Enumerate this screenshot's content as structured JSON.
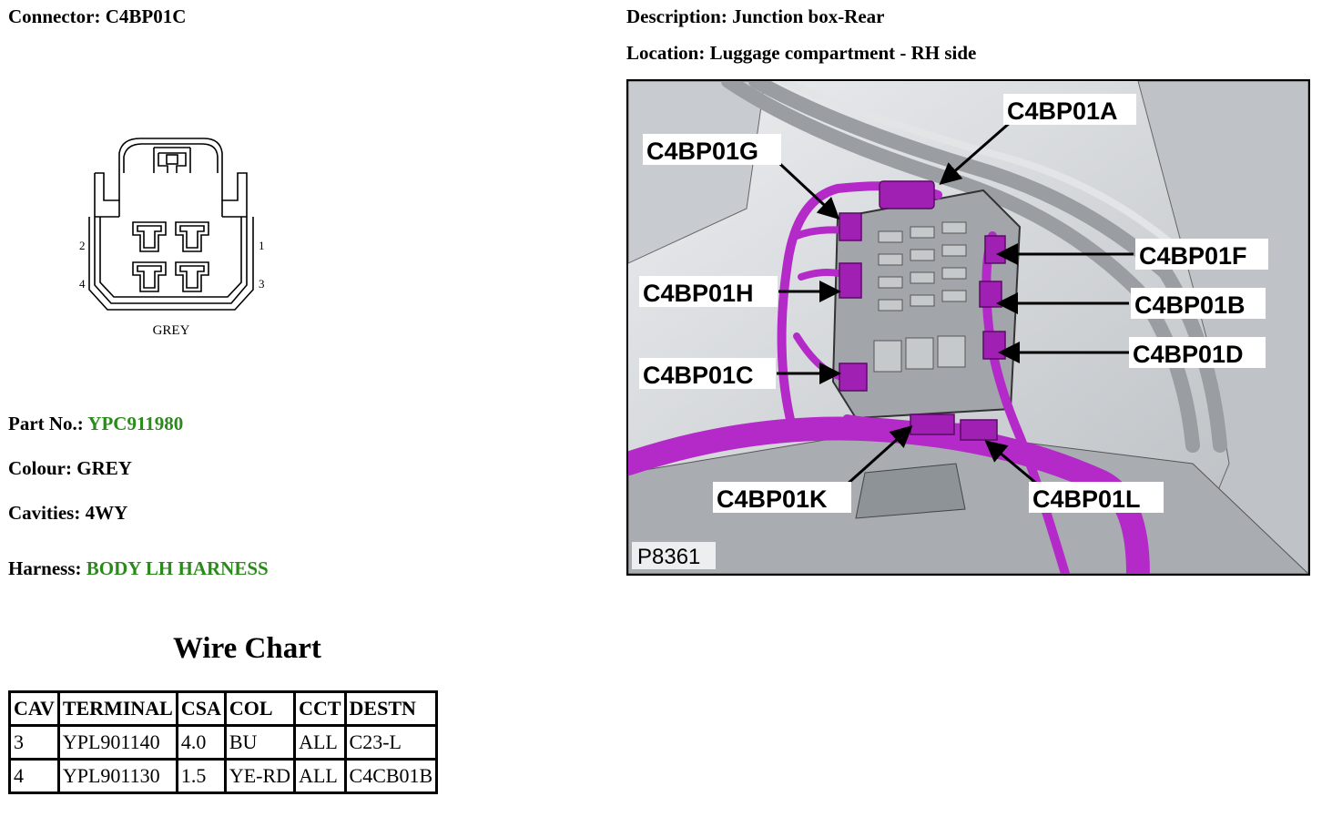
{
  "header": {
    "connector_label": "Connector:",
    "connector_value": "C4BP01C",
    "description_label": "Description:",
    "description_value": "Junction box-Rear",
    "location_label": "Location:",
    "location_value": "Luggage compartment - RH side"
  },
  "connector_face": {
    "pin_labels": [
      "2",
      "1",
      "4",
      "3"
    ],
    "colour_text": "GREY"
  },
  "details": {
    "part_label": "Part No.:",
    "part_value": "YPC911980",
    "colour_label": "Colour:",
    "colour_value": "GREY",
    "cavities_label": "Cavities:",
    "cavities_value": "4WY",
    "harness_label": "Harness:",
    "harness_value": "BODY LH HARNESS"
  },
  "wire_chart": {
    "title": "Wire Chart",
    "headers": [
      "CAV",
      "TERMINAL",
      "CSA",
      "COL",
      "CCT",
      "DESTN"
    ],
    "rows": [
      [
        "3",
        "YPL901140",
        "4.0",
        "BU",
        "ALL",
        "C23-L"
      ],
      [
        "4",
        "YPL901130",
        "1.5",
        "YE-RD",
        "ALL",
        "C4CB01B"
      ]
    ]
  },
  "photo": {
    "id": "P8361",
    "callouts": {
      "a": "C4BP01A",
      "g": "C4BP01G",
      "f": "C4BP01F",
      "h": "C4BP01H",
      "b": "C4BP01B",
      "d": "C4BP01D",
      "c": "C4BP01C",
      "k": "C4BP01K",
      "l": "C4BP01L"
    }
  },
  "colors": {
    "link_green": "#2a8a1a",
    "harness_purple": "#b42ac8"
  }
}
